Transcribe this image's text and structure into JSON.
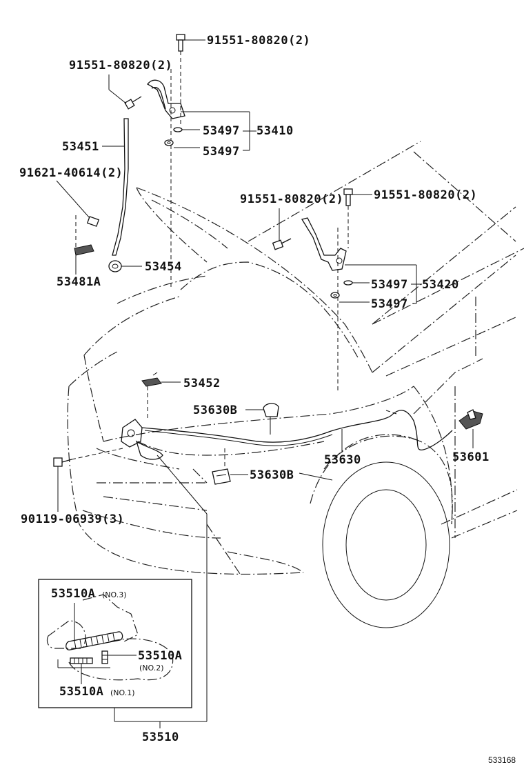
{
  "labels": {
    "bolt_top": "91551-80820(2)",
    "bolt_left": "91551-80820(2)",
    "washer_a1": "53497",
    "hinge_l": "53410",
    "washer_a2": "53497",
    "stay": "53451",
    "bolt_stay": "91621-40614(2)",
    "bracket_stay": "53481A",
    "grommet": "53454",
    "bolt_mid": "91551-80820(2)",
    "bolt_right": "91551-80820(2)",
    "washer_b1": "53497",
    "hinge_r": "53420",
    "washer_b2": "53497",
    "lock_clip": "53452",
    "clamp_upper": "53630B",
    "cable": "53630",
    "release_lever": "53601",
    "clamp_lower": "53630B",
    "bolt_lock": "90119-06939(3)",
    "lock_assy": "53510",
    "ref_code": "533168"
  },
  "inset": {
    "part_no3": "53510A",
    "note_no3": "(NO.3)",
    "part_no2": "53510A",
    "note_no2": "(NO.2)",
    "part_no1": "53510A",
    "note_no1": "(NO.1)"
  },
  "icons": [
    "bolt-icon",
    "washer-icon",
    "hinge-icon",
    "clamp-icon",
    "grommet-icon"
  ]
}
